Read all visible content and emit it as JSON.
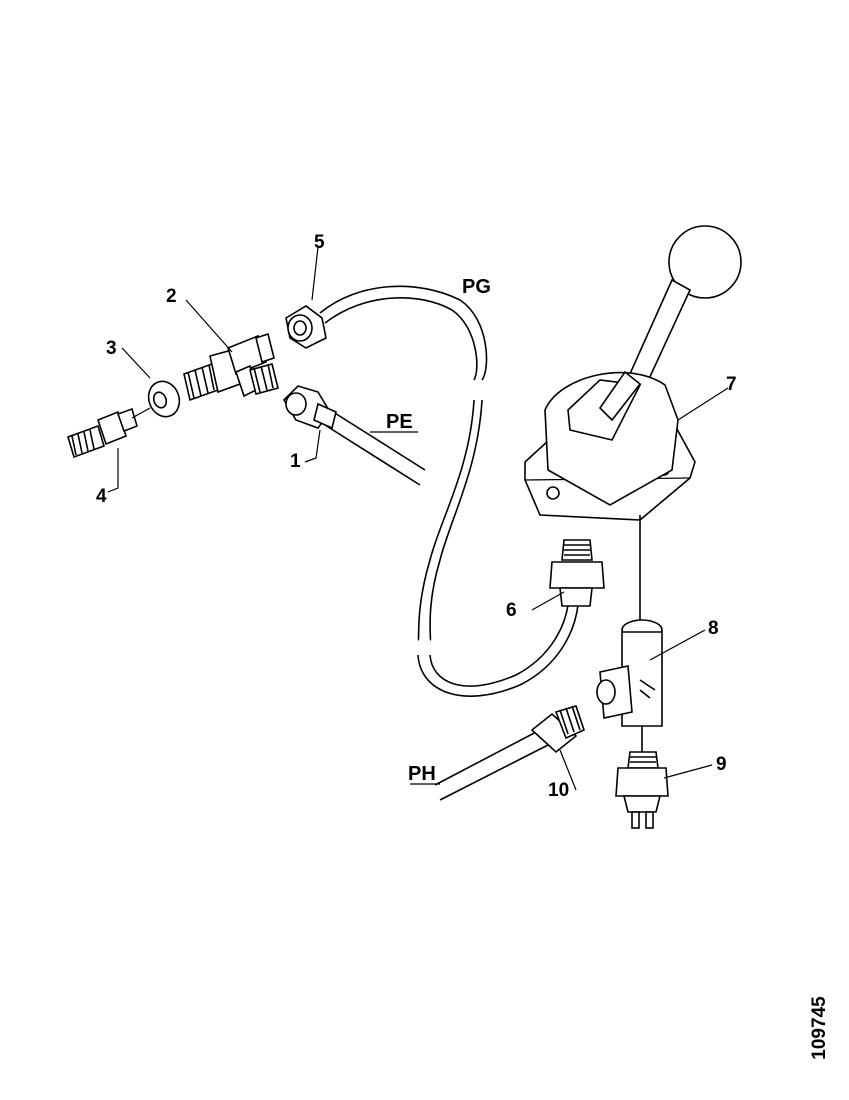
{
  "callouts": [
    "1",
    "2",
    "3",
    "4",
    "5",
    "6",
    "7",
    "8",
    "9",
    "10"
  ],
  "pipes": [
    "PG",
    "PE",
    "PH"
  ],
  "reference_number": "109745"
}
